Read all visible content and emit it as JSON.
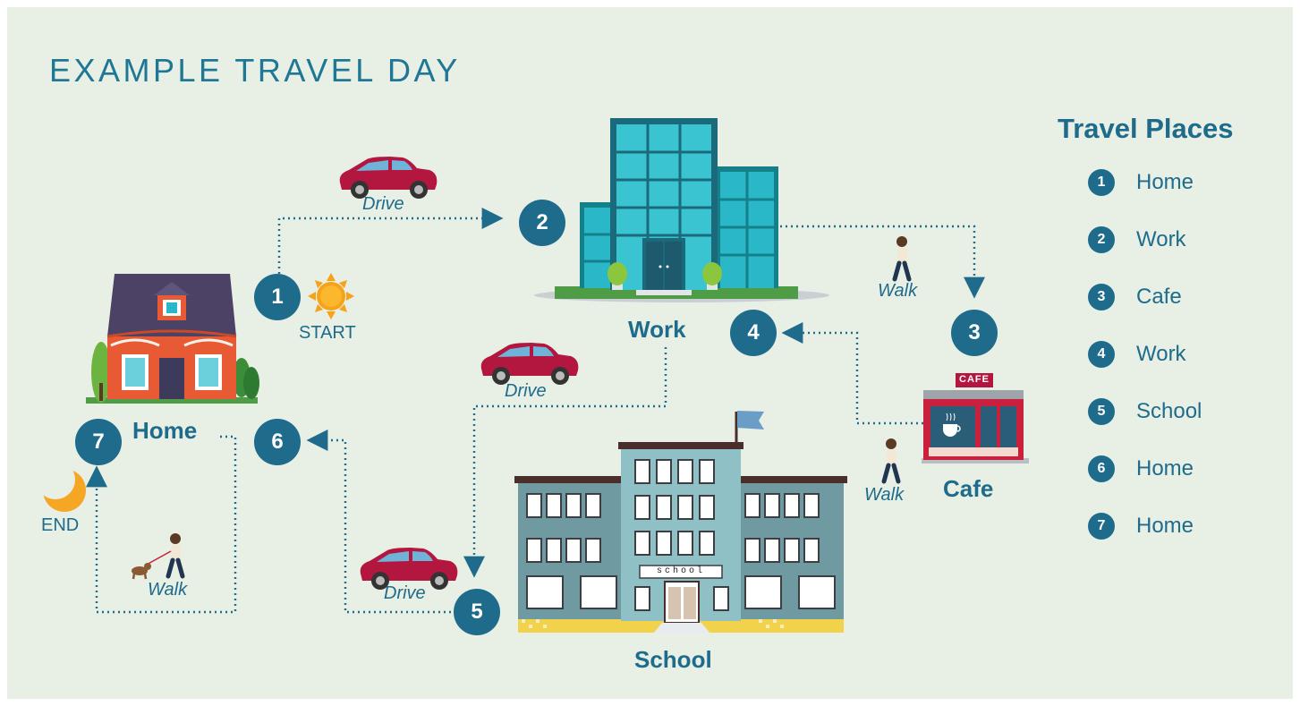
{
  "title": "EXAMPLE TRAVEL DAY",
  "places": {
    "home": "Home",
    "work": "Work",
    "cafe": "Cafe",
    "school": "School"
  },
  "labels": {
    "start": "START",
    "end": "END",
    "school_sign": "school",
    "cafe_sign": "CAFE"
  },
  "modes": {
    "drive": "Drive",
    "walk": "Walk"
  },
  "steps": [
    "1",
    "2",
    "3",
    "4",
    "5",
    "6",
    "7"
  ],
  "legend": {
    "title": "Travel Places",
    "items": [
      {
        "num": "1",
        "label": "Home"
      },
      {
        "num": "2",
        "label": "Work"
      },
      {
        "num": "3",
        "label": "Cafe"
      },
      {
        "num": "4",
        "label": "Work"
      },
      {
        "num": "5",
        "label": "School"
      },
      {
        "num": "6",
        "label": "Home"
      },
      {
        "num": "7",
        "label": "Home"
      }
    ]
  },
  "colors": {
    "background": "#e8efe4",
    "accent": "#1e6b8c",
    "route": "#1e6b8c",
    "car": "#b3163f"
  }
}
